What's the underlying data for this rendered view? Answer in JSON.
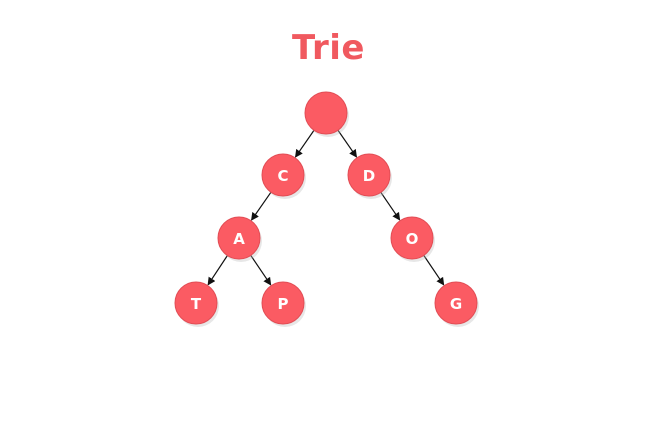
{
  "diagram": {
    "title": "Trie",
    "colors": {
      "node_fill": "#fb5b63",
      "title": "#f0595f",
      "label": "#ffffff",
      "edge": "#111111"
    },
    "nodes": [
      {
        "id": "root",
        "label": ""
      },
      {
        "id": "C",
        "label": "C"
      },
      {
        "id": "D",
        "label": "D"
      },
      {
        "id": "A",
        "label": "A"
      },
      {
        "id": "O",
        "label": "O"
      },
      {
        "id": "T",
        "label": "T"
      },
      {
        "id": "P",
        "label": "P"
      },
      {
        "id": "G",
        "label": "G"
      }
    ],
    "edges": [
      {
        "from": "root",
        "to": "C"
      },
      {
        "from": "root",
        "to": "D"
      },
      {
        "from": "C",
        "to": "A"
      },
      {
        "from": "D",
        "to": "O"
      },
      {
        "from": "A",
        "to": "T"
      },
      {
        "from": "A",
        "to": "P"
      },
      {
        "from": "O",
        "to": "G"
      }
    ]
  }
}
